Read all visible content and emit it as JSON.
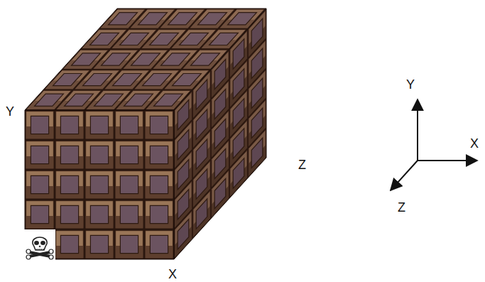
{
  "diagram": {
    "labels": [
      "Y",
      "Z",
      "X",
      "Y",
      "X",
      "Z"
    ]
  }
}
